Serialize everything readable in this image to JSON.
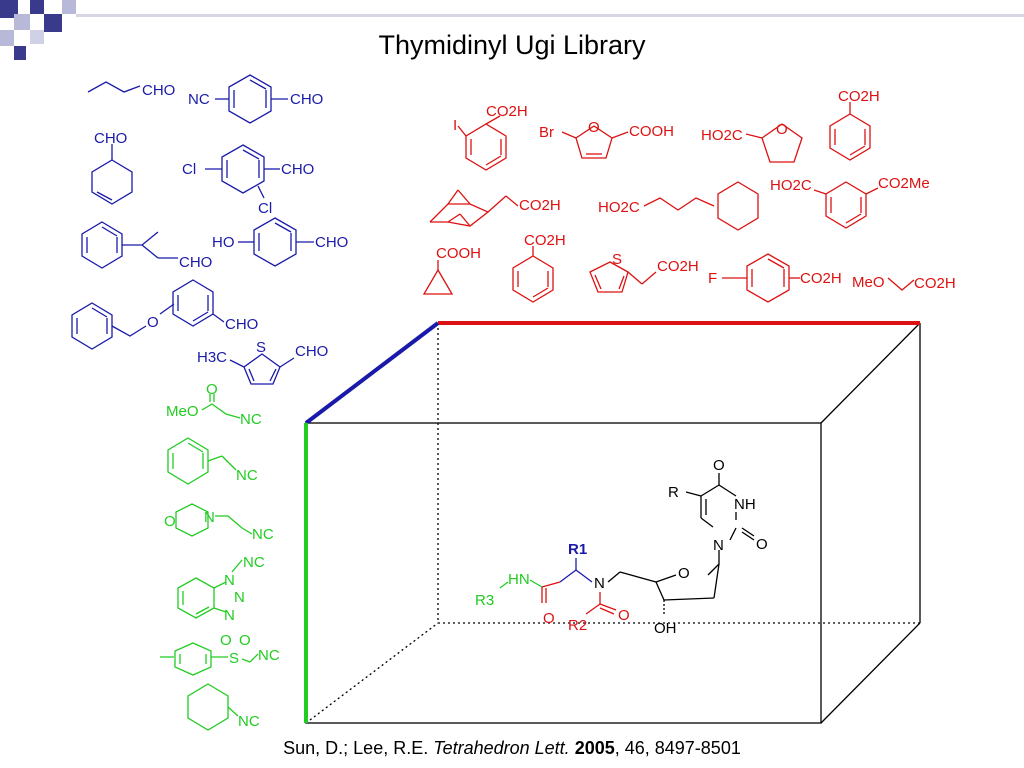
{
  "title": "Thymidinyl Ugi Library",
  "citation": {
    "authors": "Sun, D.; Lee, R.E.",
    "journal": "Tetrahedron Lett.",
    "year": "2005",
    "details": ", 46, 8497-8501"
  },
  "colors": {
    "aldehyde": "#1a1aaa",
    "acid": "#dd1111",
    "isocyanide": "#22cc22",
    "cube": "#000000",
    "corner_squares": "#3a3a8c"
  },
  "aldehydes": {
    "butanal": "CHO",
    "cyanobenzaldehyde": [
      "NC",
      "CHO"
    ],
    "cyclohexene_aldehyde": "CHO",
    "dichlorobenzaldehyde": [
      "Cl",
      "CHO",
      "Cl"
    ],
    "phenylbutanal": "CHO",
    "hydroxybenzaldehyde": [
      "HO",
      "CHO"
    ],
    "benzyloxybenzaldehyde": [
      "O",
      "CHO"
    ],
    "methylthiophene_aldehyde": [
      "H3C",
      "S",
      "CHO"
    ]
  },
  "acids": {
    "iodobenzoic": [
      "I",
      "CO2H"
    ],
    "bromofuroic": [
      "Br",
      "O",
      "COOH"
    ],
    "tetrahydrofuroic": [
      "HO2C",
      "O"
    ],
    "benzoic_top": "CO2H",
    "bicyclic_acetic": "CO2H",
    "cyclohexylbutanoic": "HO2C",
    "isophthalic_monoester": [
      "HO2C",
      "CO2Me"
    ],
    "cyclopropane": "COOH",
    "benzoic_mid": "CO2H",
    "thiophene_acetic": [
      "S",
      "CO2H"
    ],
    "fluorobenzoic": [
      "F",
      "CO2H"
    ],
    "methoxyacetic": [
      "MeO",
      "CO2H"
    ]
  },
  "isocyanides": {
    "methyl_isocyanoacetate": [
      "O",
      "MeO",
      "NC"
    ],
    "benzyl": "NC",
    "morpholinoethyl": [
      "O",
      "N",
      "NC"
    ],
    "benzotriazolylmethyl": [
      "NC",
      "N",
      "N",
      "N"
    ],
    "tosylmethyl": [
      "O",
      "O",
      "S",
      "NC"
    ],
    "cyclohexyl": "NC"
  },
  "product": {
    "R": "R",
    "O_top": "O",
    "NH": "NH",
    "N_ring": "N",
    "O_right": "O",
    "O_sugar": "O",
    "OH": "OH",
    "R1": "R1",
    "N_amide": "N",
    "HN": "HN",
    "R3": "R3",
    "O_left": "O",
    "R2": "R2",
    "O_acyl": "O"
  }
}
